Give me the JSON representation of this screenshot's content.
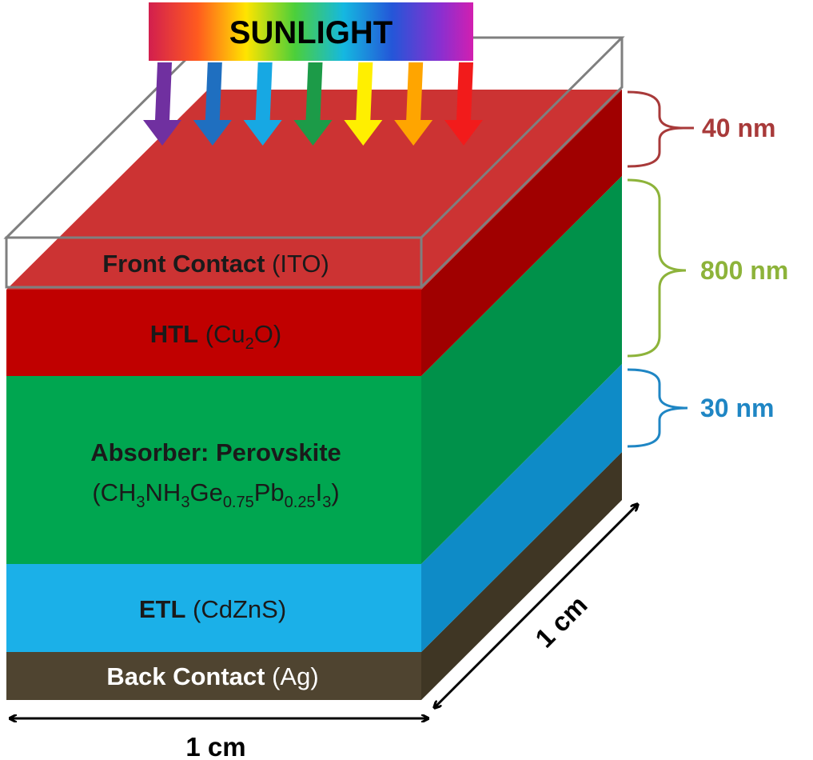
{
  "sunlight": {
    "label": "SUNLIGHT",
    "arrow_colors": [
      "#7030A0",
      "#1F6FC0",
      "#17A8E3",
      "#1C9B48",
      "#FFEF00",
      "#FFA500",
      "#F21B1B"
    ]
  },
  "layers": {
    "front_contact": {
      "name": "Front Contact",
      "material": "(ITO)"
    },
    "htl": {
      "name": "HTL",
      "material_pre": "(Cu",
      "material_sub": "2",
      "material_post": "O)"
    },
    "absorber": {
      "name": "Absorber: Perovskite",
      "formula": [
        {
          "t": "(CH",
          "sub": false
        },
        {
          "t": "3",
          "sub": true
        },
        {
          "t": "NH",
          "sub": false
        },
        {
          "t": "3",
          "sub": true
        },
        {
          "t": "Ge",
          "sub": false
        },
        {
          "t": "0.75",
          "sub": true
        },
        {
          "t": "Pb",
          "sub": false
        },
        {
          "t": "0.25",
          "sub": true
        },
        {
          "t": "I",
          "sub": false
        },
        {
          "t": "3",
          "sub": true
        },
        {
          "t": ")",
          "sub": false
        }
      ]
    },
    "etl": {
      "name": "ETL",
      "material": "(CdZnS)"
    },
    "back_contact": {
      "name": "Back Contact",
      "material": "(Ag)"
    }
  },
  "thickness": {
    "htl": {
      "label": "40 nm",
      "color": "#A83A3A"
    },
    "absorber": {
      "label": "800 nm",
      "color": "#8DB33A"
    },
    "etl": {
      "label": "30 nm",
      "color": "#1F86C4"
    }
  },
  "dimensions": {
    "width_label": "1 cm",
    "depth_label": "1 cm"
  },
  "colors": {
    "top_face": "#CC3333",
    "htl_front": "#C00000",
    "htl_side": "#A00000",
    "absorber_front": "#00A650",
    "absorber_side": "#00914A",
    "etl_front": "#1BB0E8",
    "etl_side": "#0E8BC7",
    "back_front": "#4F4430",
    "back_side": "#3F3624"
  }
}
